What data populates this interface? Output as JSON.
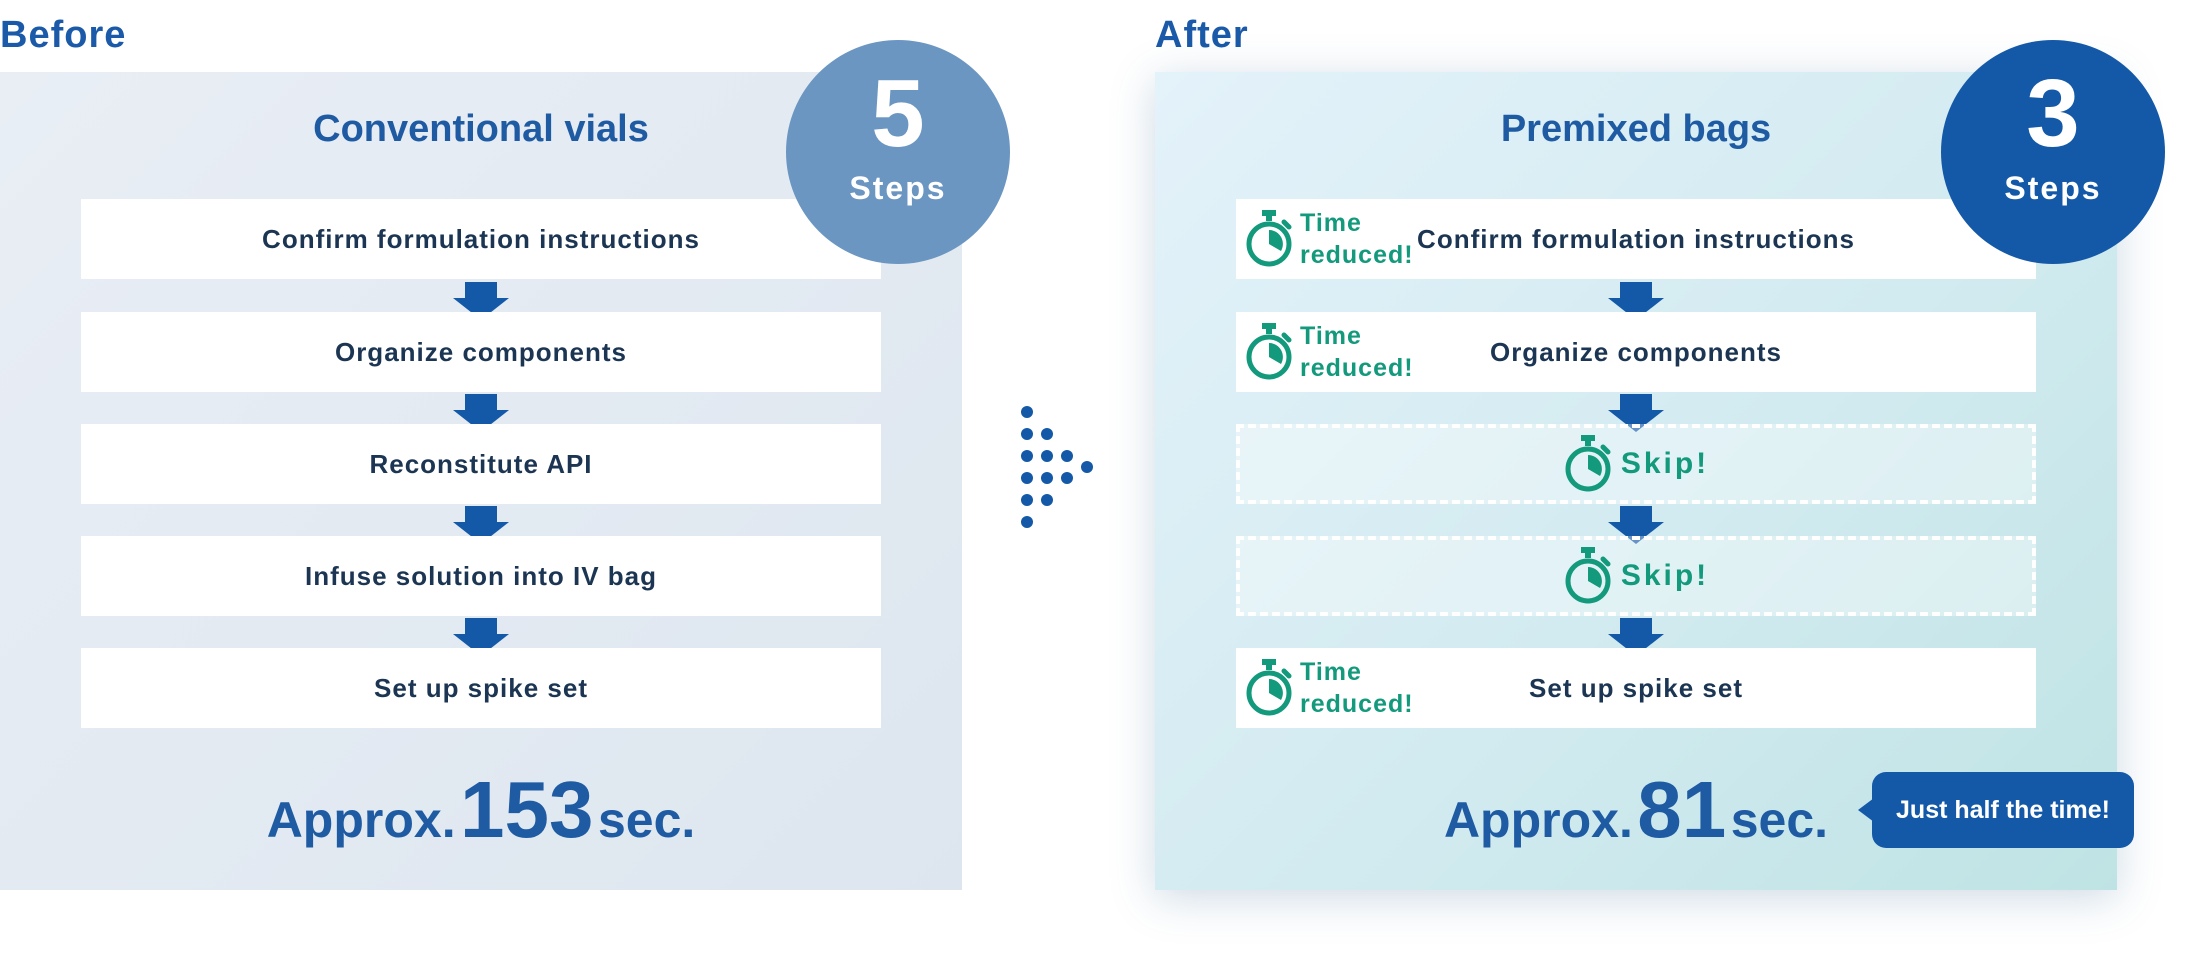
{
  "before": {
    "section_label": "Before",
    "title": "Conventional vials",
    "badge_number": "5",
    "badge_label": "Steps",
    "steps": [
      "Confirm formulation instructions",
      "Organize components",
      "Reconstitute API",
      "Infuse solution into IV bag",
      "Set up spike set"
    ],
    "total_prefix": "Approx.",
    "total_value": "153",
    "total_unit": "sec."
  },
  "after": {
    "section_label": "After",
    "title": "Premixed bags",
    "badge_number": "3",
    "badge_label": "Steps",
    "steps": [
      {
        "text": "Confirm formulation instructions",
        "tag_line1": "Time",
        "tag_line2": "reduced!"
      },
      {
        "text": "Organize components",
        "tag_line1": "Time",
        "tag_line2": "reduced!"
      },
      {
        "skip": "Skip!"
      },
      {
        "skip": "Skip!"
      },
      {
        "text": "Set up spike set",
        "tag_line1": "Time",
        "tag_line2": "reduced!"
      }
    ],
    "total_prefix": "Approx.",
    "total_value": "81",
    "total_unit": "sec.",
    "callout": "Just half the time!"
  },
  "colors": {
    "primary_blue": "#1459a8",
    "light_blue": "#6b96c2",
    "teal": "#13997c",
    "text_dark": "#1b3553"
  },
  "icons": [
    "stopwatch-icon",
    "down-arrow-icon",
    "dotted-right-arrow-icon"
  ]
}
